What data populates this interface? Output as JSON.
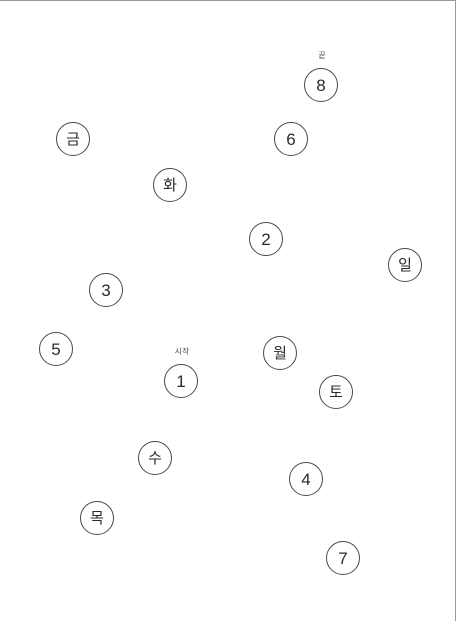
{
  "labels": {
    "start": "시작",
    "end": "끝"
  },
  "numbers": {
    "n1": "1",
    "n2": "2",
    "n3": "3",
    "n4": "4",
    "n5": "5",
    "n6": "6",
    "n7": "7",
    "n8": "8"
  },
  "days": {
    "mon": "월",
    "tue": "화",
    "wed": "수",
    "thu": "목",
    "fri": "금",
    "sat": "토",
    "sun": "일"
  }
}
